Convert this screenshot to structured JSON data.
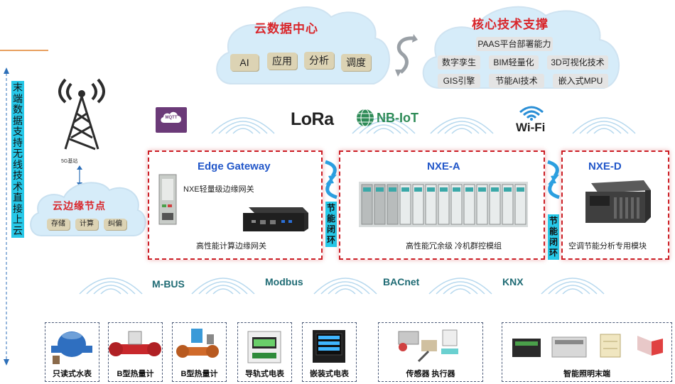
{
  "cloud_center": {
    "title": "云数据中心",
    "chips": [
      "AI",
      "应用",
      "分析",
      "调度"
    ]
  },
  "core_tech": {
    "title": "核心技术支撑",
    "chips": [
      "PAAS平台部署能力",
      "数字孪生",
      "BIM轻量化",
      "3D可视化技术",
      "GIS引擎",
      "节能AI技术",
      "嵌入式MPU"
    ]
  },
  "side_banner": "末端数据支持无线技术直接上云",
  "tower": {
    "label": "5G基站"
  },
  "edge_cloud": {
    "title": "云边缘节点",
    "chips": [
      "存储",
      "计算",
      "纠偏"
    ]
  },
  "wireless": {
    "mqtt": "MQTT",
    "lora": "LoRa",
    "nbiot": "NB-IoT",
    "wifi": "Wi-Fi"
  },
  "gateway_box": {
    "title": "Edge Gateway",
    "caption1": "NXE轻量级边缘网关",
    "caption2": "高性能计算边缘网关"
  },
  "nxea_box": {
    "title": "NXE-A",
    "caption": "高性能冗余级 冷机群控模组"
  },
  "nxed_box": {
    "title": "NXE-D",
    "caption": "空调节能分析专用模块"
  },
  "loop_label": "节能闭环",
  "protocols": [
    "M-BUS",
    "Modbus",
    "BACnet",
    "KNX"
  ],
  "devices": [
    "只读式水表",
    "B型热量计",
    "B型热量计",
    "导轨式电表",
    "嵌装式电表",
    "传感器 执行器",
    "智能照明末端"
  ],
  "colors": {
    "accent_red": "#cc1f26",
    "title_blue": "#2257c9",
    "loop_cyan": "#26c8e8",
    "protocol_teal": "#1f6b74",
    "cloud_fill": "#d6ecf9"
  }
}
